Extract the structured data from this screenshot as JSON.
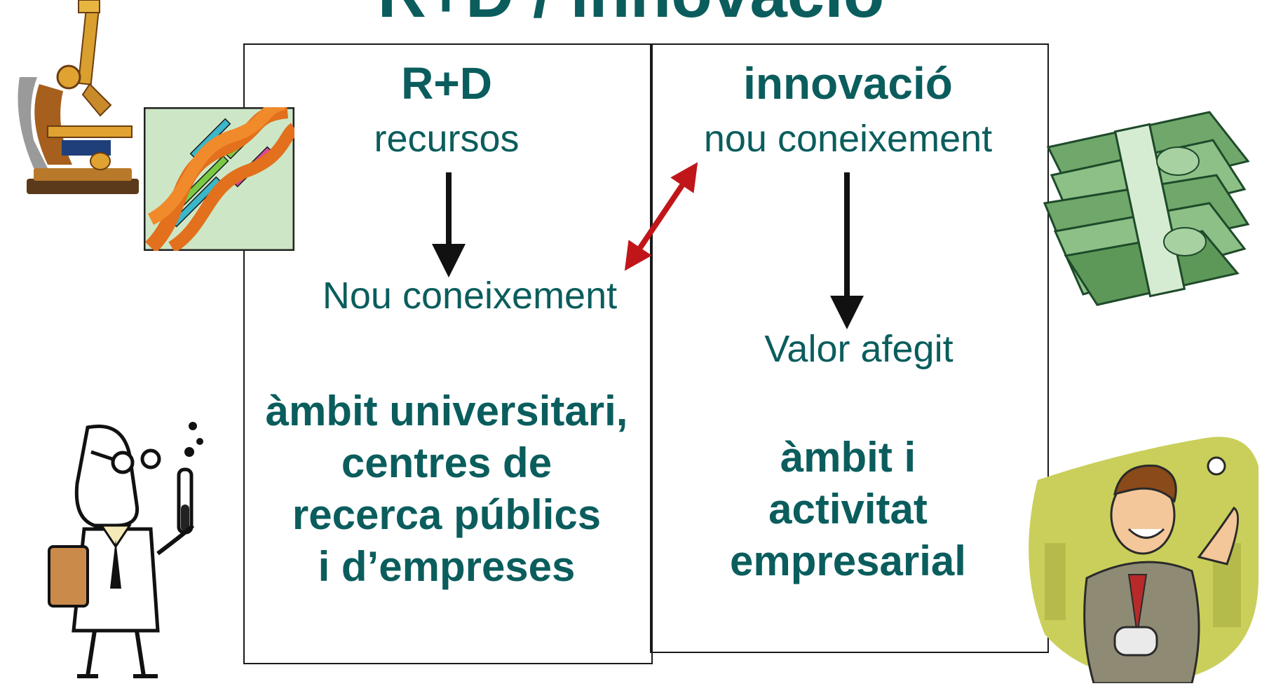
{
  "title": "R+D / innovació",
  "left_column": {
    "heading": "R+D",
    "subheading": "recursos",
    "result": "Nou coneixement",
    "scope_lines": [
      "àmbit universitari,",
      "centres de",
      "recerca públics",
      "i d’empreses"
    ]
  },
  "right_column": {
    "heading": "innovació",
    "subheading": "nou coneixement",
    "result": "Valor afegit",
    "scope_lines": [
      "àmbit i",
      "activitat",
      "empresarial"
    ]
  },
  "colors": {
    "text": "#0b5d5d",
    "arrow": "#111111",
    "link_arrow": "#c0161a"
  },
  "icons": [
    "microscope-icon",
    "dna-helix-icon",
    "money-stack-icon",
    "scientist-icon",
    "businessman-icon"
  ]
}
